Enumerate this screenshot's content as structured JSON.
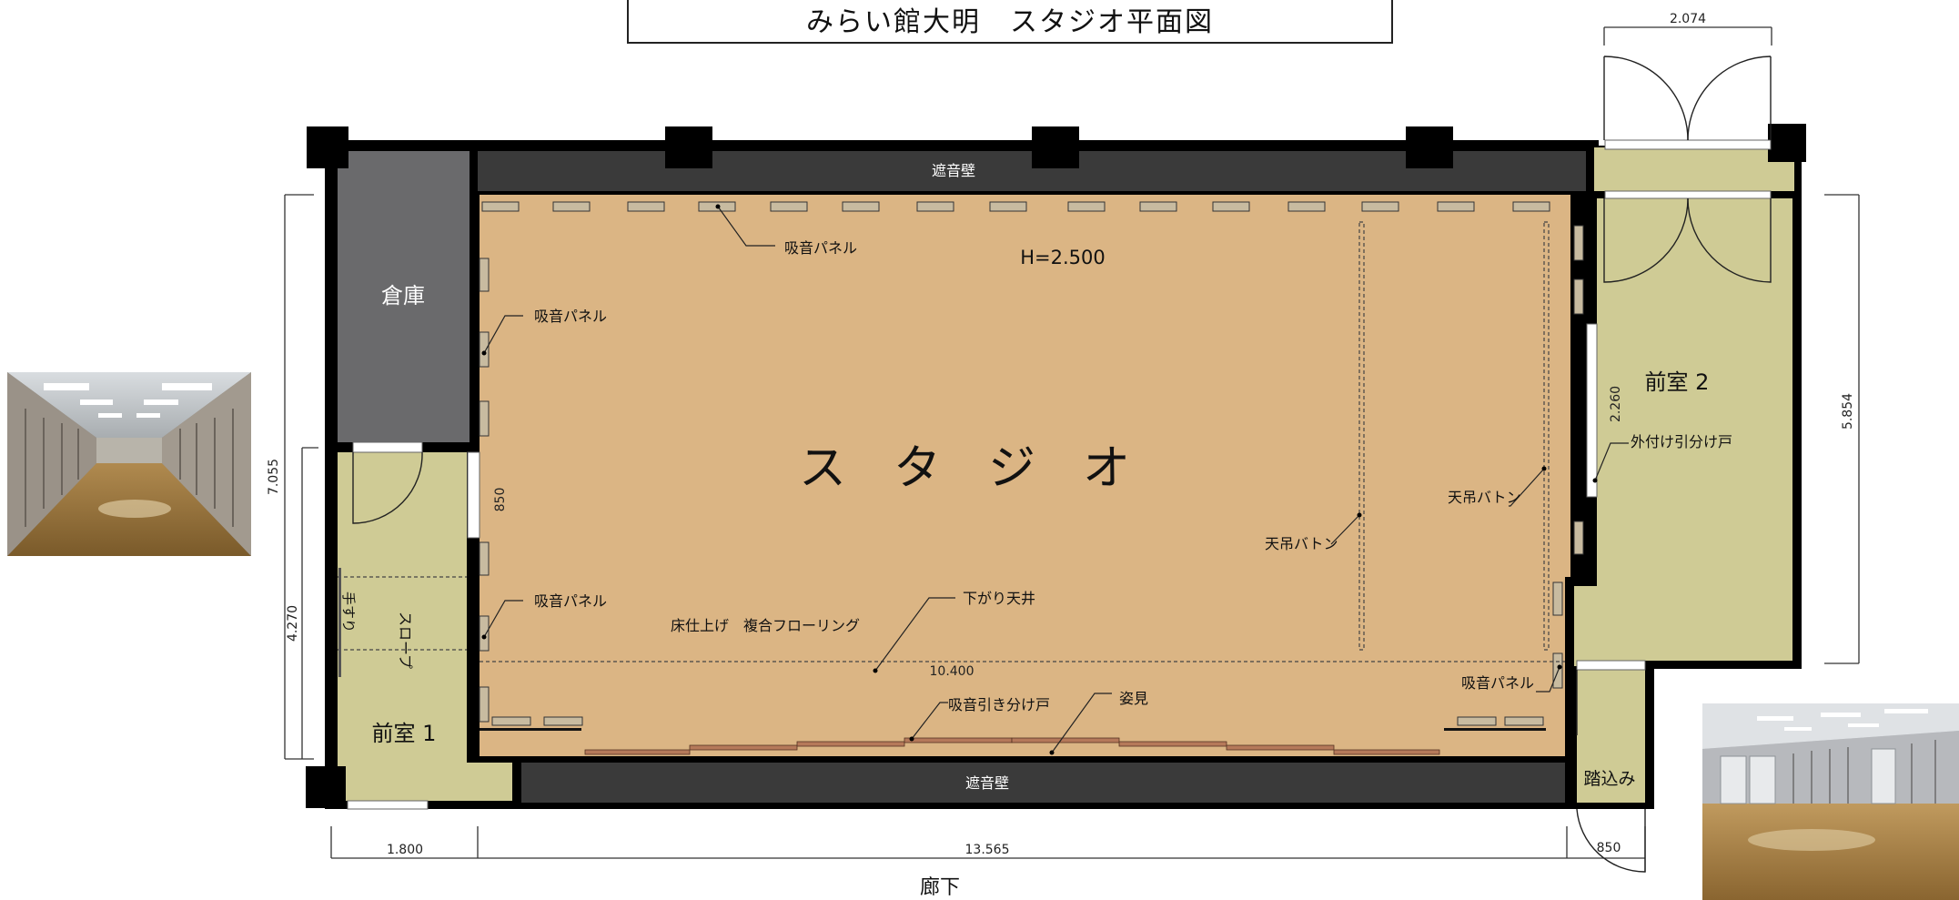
{
  "title": "みらい館大明　スタジオ平面図",
  "rooms": {
    "studio": "ス　タ　ジ　オ",
    "storage": "倉庫",
    "anteroom1": "前室 1",
    "anteroom2": "前室 2",
    "entrance": "踏込み",
    "corridor": "廊下",
    "slope": "スロープ",
    "handrail": "手すり"
  },
  "labels": {
    "soundproof_wall": "遮音壁",
    "ceiling_height": "H=2.500",
    "absorb_panel": "吸音パネル",
    "flooring": "床仕上げ　複合フローリング",
    "dropped_ceiling": "下がり天井",
    "sliding_absorb_door": "吸音引き分け戸",
    "mirror": "姿見",
    "batten": "天吊バトン",
    "outer_sliding_door": "外付け引分け戸"
  },
  "dimensions": {
    "door_top_width": "2.074",
    "left_total": "7.055",
    "left_lower": "4.270",
    "right_height": "5.854",
    "door_850_left": "850",
    "anteroom2_door": "2.260",
    "stage_width": "10.400",
    "bottom_left": "1.800",
    "bottom_main": "13.565",
    "bottom_right": "850"
  }
}
